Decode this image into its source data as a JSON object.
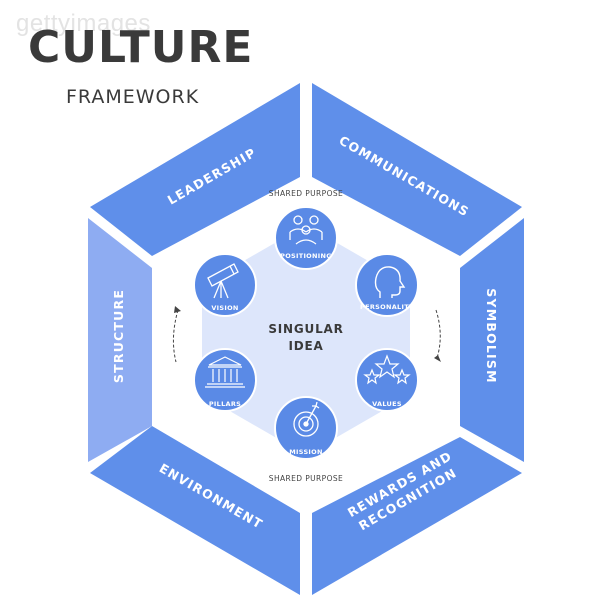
{
  "watermark": "gettyimages",
  "title": "CULTURE",
  "subtitle": "FRAMEWORK",
  "colors": {
    "segment_dark": "#5f8fea",
    "segment_light": "#8eacf2",
    "inner_hex": "#dde6fb",
    "node": "#5a8ae6",
    "text_dark": "#3a3a3a"
  },
  "segments": [
    {
      "label": "LEADERSHIP"
    },
    {
      "label": "COMMUNICATIONS"
    },
    {
      "label": "SYMBOLISM"
    },
    {
      "label": "REWARDS AND",
      "label2": "RECOGNITION"
    },
    {
      "label": "ENVIRONMENT"
    },
    {
      "label": "STRUCTURE"
    }
  ],
  "core": {
    "line1": "SINGULAR",
    "line2": "IDEA"
  },
  "shared_purpose_top": "SHARED PURPOSE",
  "shared_purpose_bottom": "SHARED PURPOSE",
  "nodes": [
    {
      "label": "POSITIONING",
      "icon": "team-icon"
    },
    {
      "label": "PERSONALITY",
      "icon": "head-profile-icon"
    },
    {
      "label": "VALUES",
      "icon": "stars-icon"
    },
    {
      "label": "MISSION",
      "icon": "target-icon"
    },
    {
      "label": "PILLARS",
      "icon": "bank-icon"
    },
    {
      "label": "VISION",
      "icon": "telescope-icon"
    }
  ]
}
